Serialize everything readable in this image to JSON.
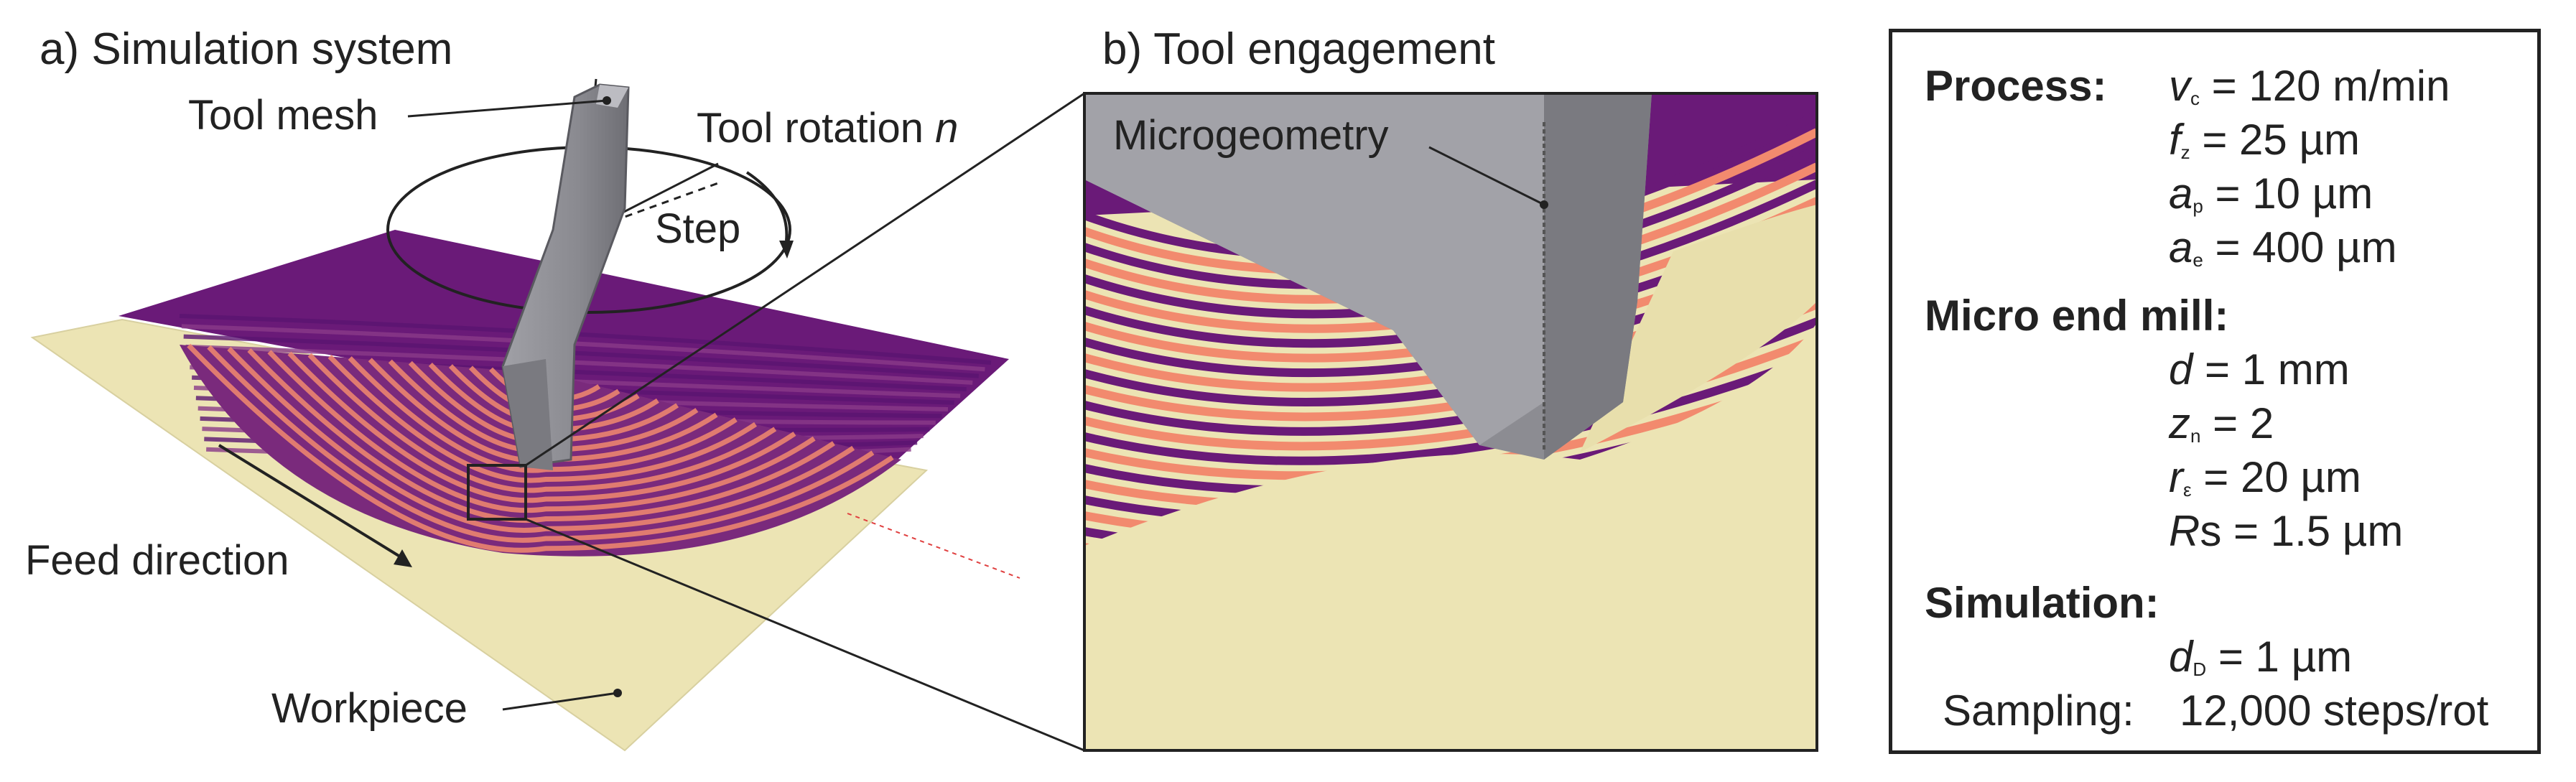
{
  "panel_a": {
    "title": "a) Simulation system",
    "labels": {
      "tool_mesh": "Tool mesh",
      "tool_rotation": "Tool rotation",
      "tool_rotation_symbol": "n",
      "step": "Step",
      "feed_direction": "Feed direction",
      "workpiece": "Workpiece"
    }
  },
  "panel_b": {
    "title": "b) Tool engagement",
    "labels": {
      "microgeometry": "Microgeometry"
    }
  },
  "params": {
    "process_heading": "Process:",
    "process": [
      {
        "sym": "v",
        "sub": "c",
        "value": " = 120 m/min"
      },
      {
        "sym": "f",
        "sub": "z",
        "value": " =   25 µm"
      },
      {
        "sym": "a",
        "sub": "p",
        "value": " = 10 µm"
      },
      {
        "sym": "a",
        "sub": "e",
        "value": " = 400 µm"
      }
    ],
    "tool_heading": "Micro end mill:",
    "tool": [
      {
        "sym": "d",
        "sub": "",
        "value": " = 1 mm"
      },
      {
        "sym": "z",
        "sub": "n",
        "value": " = 2"
      },
      {
        "sym": "r",
        "sub": "ε",
        "value": " = 20 µm"
      },
      {
        "sym": "R",
        "sub": "",
        "value": "s = 1.5 µm"
      }
    ],
    "sim_heading": "Simulation:",
    "sim": [
      {
        "sym": "d",
        "sub": "D",
        "value": " = 1 µm"
      }
    ],
    "sampling_label": "Sampling:",
    "sampling_value": "12,000 steps/rot"
  },
  "colors": {
    "workpiece": "#ece4b4",
    "stripe_dark": "#6a1a78",
    "stripe_light": "#f28a6e",
    "tool": "#8e8e94",
    "tool_light": "#b2b2b8",
    "tool_dark": "#6c6c72"
  }
}
